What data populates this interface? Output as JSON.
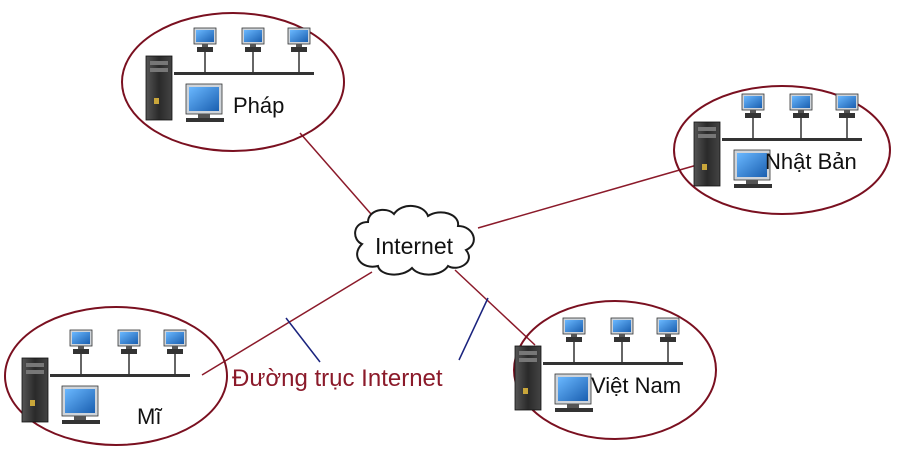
{
  "center": {
    "label": "Internet"
  },
  "nodes": [
    {
      "id": "france",
      "label": "Pháp"
    },
    {
      "id": "japan",
      "label": "Nhật Bản"
    },
    {
      "id": "usa",
      "label": "Mĩ"
    },
    {
      "id": "vietnam",
      "label": "Việt Nam"
    }
  ],
  "backbone_label": "Đường trục Internet",
  "colors": {
    "ellipse": "#7a1020",
    "link": "#8b1a2a",
    "pointer": "#1a237e",
    "backbone_text": "#8b1a2a",
    "monitor": "#2a7fd4",
    "case": "#3a3a3a"
  }
}
